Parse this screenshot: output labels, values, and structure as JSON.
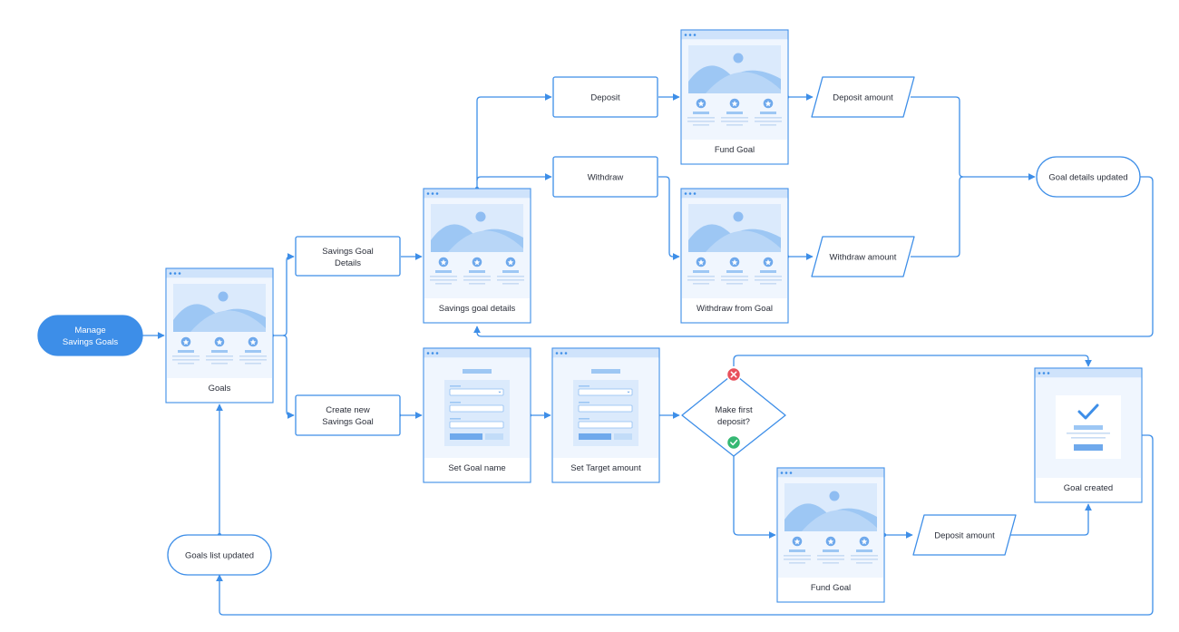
{
  "colors": {
    "line": "#3d8ee8",
    "box_fill": "#ffffff",
    "terminal_fill": "#3d8ee8",
    "screen_fill": "#f0f6fe",
    "screen_image": "#c2dcf8",
    "no_badge": "#e8505b",
    "yes_badge": "#35b873"
  },
  "nodes": {
    "start": {
      "text_line1": "Manage",
      "text_line2": "Savings Goals"
    },
    "goals": {
      "label": "Goals"
    },
    "savings_goal_details_action": {
      "text_line1": "Savings Goal",
      "text_line2": "Details"
    },
    "create_new_action": {
      "text_line1": "Create new",
      "text_line2": "Savings Goal"
    },
    "savings_goal_details_screen": {
      "label": "Savings goal details"
    },
    "deposit_action": {
      "label": "Deposit"
    },
    "withdraw_action": {
      "label": "Withdraw"
    },
    "fund_goal_screen": {
      "label": "Fund Goal"
    },
    "withdraw_from_goal_screen": {
      "label": "Withdraw from Goal"
    },
    "deposit_amount_input": {
      "label": "Deposit amount"
    },
    "withdraw_amount_input": {
      "label": "Withdraw amount"
    },
    "goal_details_updated": {
      "label": "Goal details updated"
    },
    "set_goal_name_screen": {
      "label": "Set Goal name"
    },
    "set_target_amount_screen": {
      "label": "Set Target amount"
    },
    "first_deposit_decision": {
      "text_line1": "Make first",
      "text_line2": "deposit?"
    },
    "fund_goal_screen_2": {
      "label": "Fund Goal"
    },
    "deposit_amount_input_2": {
      "label": "Deposit amount"
    },
    "goal_created_screen": {
      "label": "Goal created"
    },
    "goals_list_updated": {
      "label": "Goals list updated"
    }
  }
}
